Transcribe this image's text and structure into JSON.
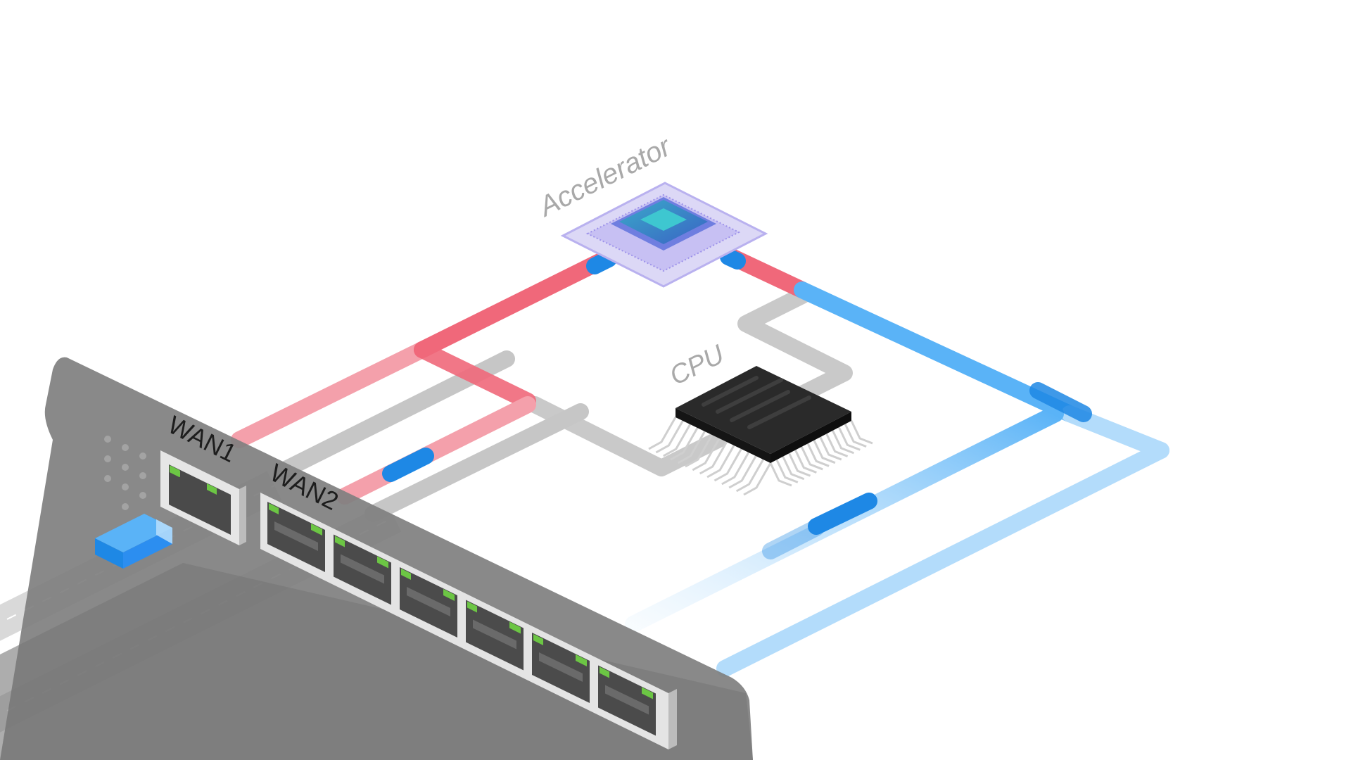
{
  "labels": {
    "accelerator": "Accelerator",
    "cpu": "CPU",
    "wan1": "WAN1",
    "wan2": "WAN2"
  },
  "colors": {
    "background": "#ffffff",
    "fast_path": "#f0687a",
    "fast_path_light": "#f4a0ab",
    "lan_path": "#5ab3f7",
    "lan_path_light": "#b3dcfb",
    "packet": "#1e88e5",
    "cpu_path": "#c8c8c8",
    "road": "#d6d6d6",
    "chassis": "#7d7d7d",
    "port_led": "#6cc644"
  },
  "icons": [
    "accelerator-chip-icon",
    "cpu-chip-icon",
    "rj45-port-icon",
    "sfp-module-icon"
  ]
}
